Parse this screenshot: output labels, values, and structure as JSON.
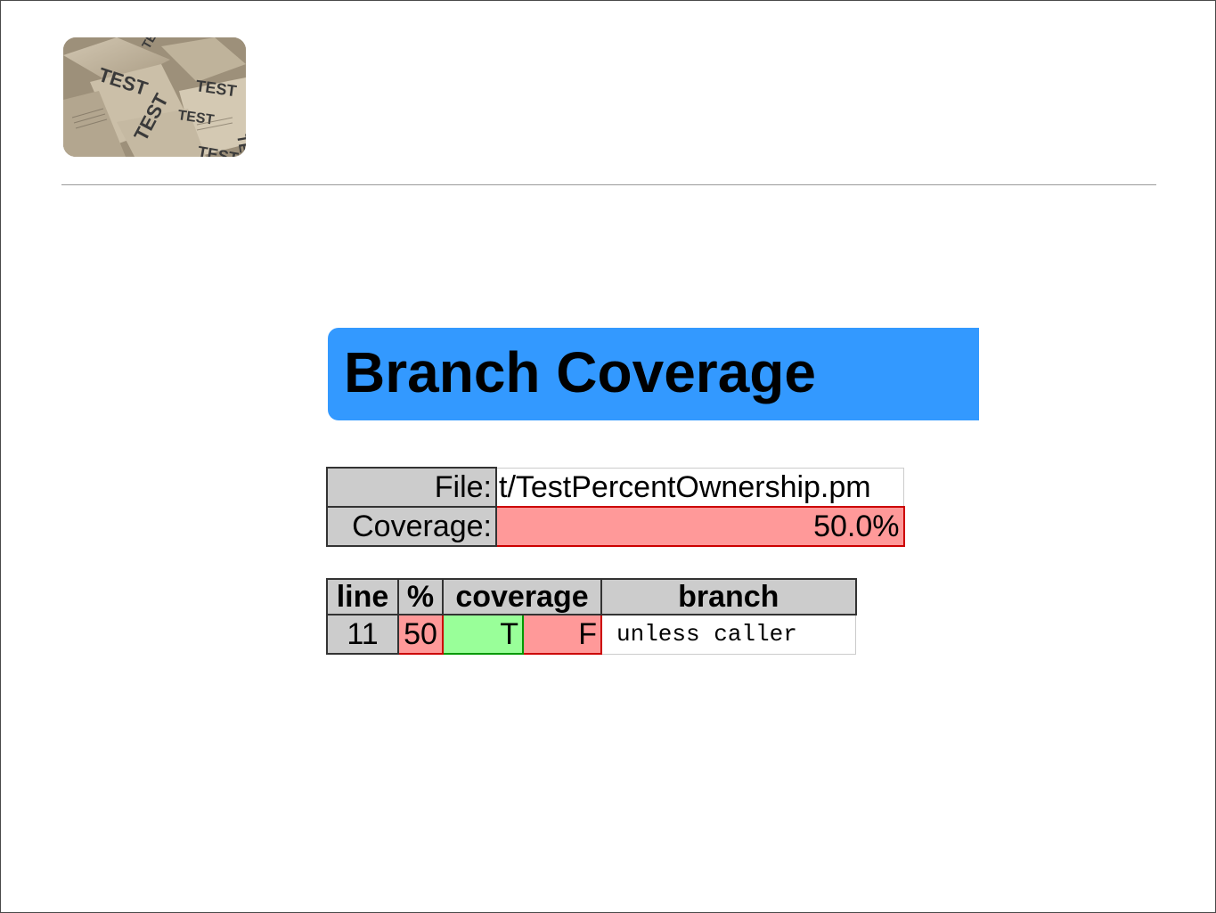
{
  "logo": {
    "alt": "TEST boxes photo",
    "icon": "test-boxes-logo",
    "text": "TEST"
  },
  "heading": {
    "title": "Branch Coverage",
    "color": "#3399ff"
  },
  "summary": {
    "file_label": "File:",
    "file_value": "t/TestPercentOwnership.pm",
    "coverage_label": "Coverage:",
    "coverage_value": "50.0%"
  },
  "detail": {
    "headers": [
      "line",
      "%",
      "coverage",
      "branch"
    ],
    "rows": [
      {
        "line": "11",
        "percent": "50",
        "true_label": "T",
        "false_label": "F",
        "branch": "unless caller"
      }
    ]
  },
  "colors": {
    "pass": "#99ff99",
    "fail": "#ff9999",
    "header_bg": "#cccccc"
  }
}
